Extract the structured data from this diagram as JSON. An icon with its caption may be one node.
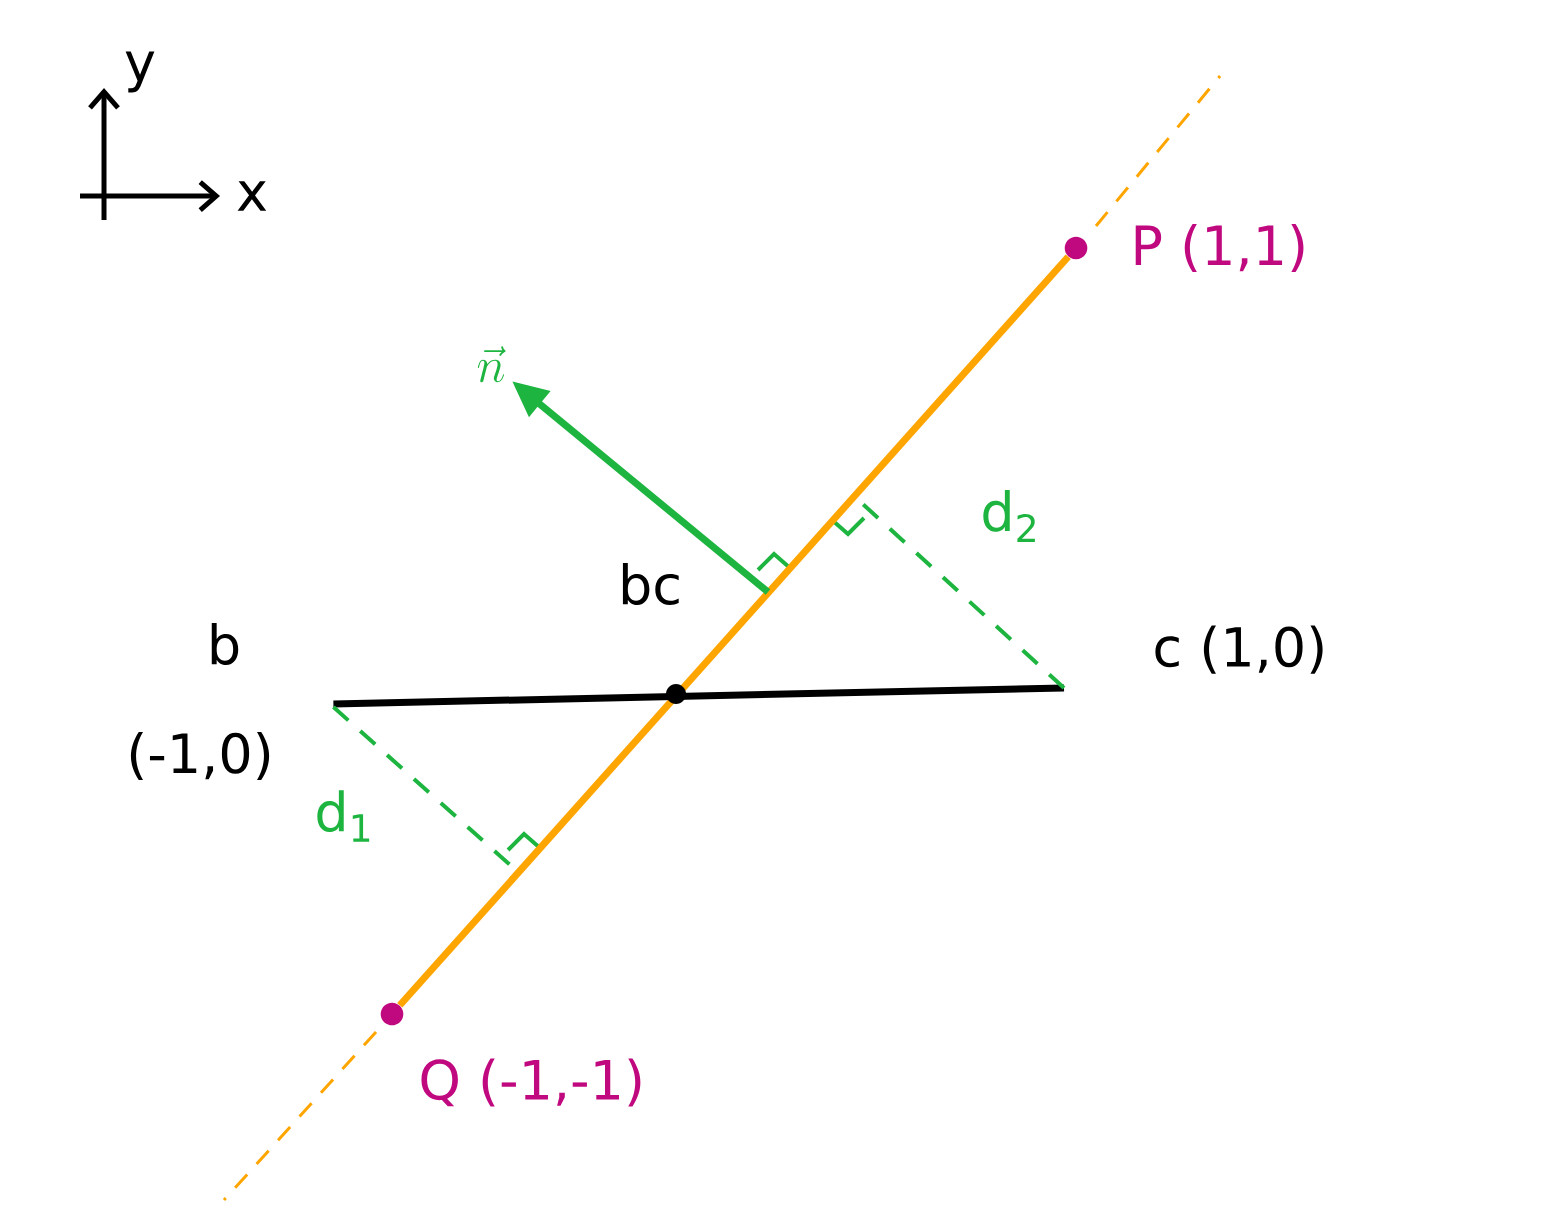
{
  "diagram": {
    "nodes": [
      {
        "text": [
          "P (1,1)"
        ]
      },
      {
        "text": [
          "Q (-1,-1)"
        ]
      },
      {
        "text": [
          "b",
          "(-1,0)"
        ]
      },
      {
        "text": [
          "c (1,0)"
        ]
      },
      {
        "text": [
          "\\vec{n}"
        ]
      }
    ],
    "edges": [
      {
        "from": 1,
        "to": 0,
        "arrow": "none",
        "color": "#ffa500"
      },
      {
        "from": 2,
        "to": 3,
        "arrow": "none",
        "color": "#000000"
      },
      {
        "from": 2,
        "to": null,
        "arrow": "none",
        "label": "d$_{1}$",
        "style": "dashed"
      },
      {
        "from": 3,
        "to": null,
        "arrow": "none",
        "label": "d$_{2}$",
        "style": "dashed"
      },
      {
        "from": null,
        "to": 4,
        "arrow": "to"
      }
    ],
    "labels": [
      "y",
      "x",
      "bc"
    ]
  }
}
